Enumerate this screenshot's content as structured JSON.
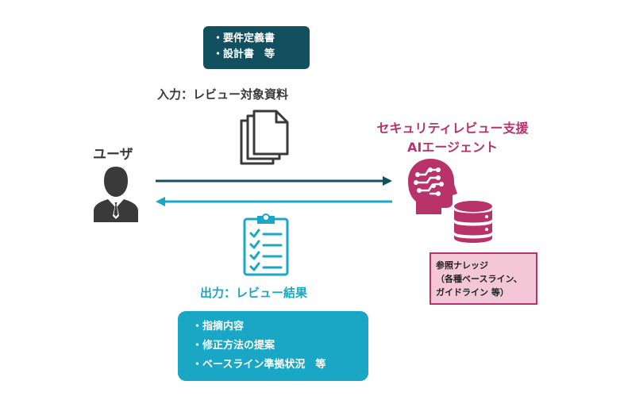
{
  "input": {
    "items": [
      "・要件定義書",
      "・設計書　等"
    ],
    "label": "入力：レビュー対象資料"
  },
  "user": {
    "label": "ユーザ"
  },
  "agent": {
    "title_line1": "セキュリティレビュー支援",
    "title_line2": "AIエージェント"
  },
  "knowledge": {
    "line1": "参照ナレッジ",
    "line2": "（各種ベースライン、",
    "line3": "ガイドライン 等）"
  },
  "output": {
    "label": "出力：レビュー結果",
    "items": [
      "・指摘内容",
      "・修正方法の提案",
      "・ベースライン準拠状況　等"
    ]
  },
  "colors": {
    "dark_teal": "#12505f",
    "cyan": "#1aa7c6",
    "magenta": "#b8336a",
    "user_gray": "#3a3a3a"
  }
}
